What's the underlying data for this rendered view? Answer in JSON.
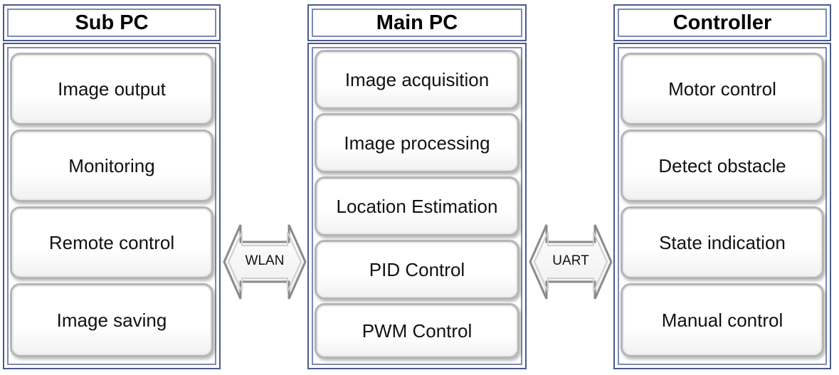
{
  "columns": {
    "sub_pc": {
      "title": "Sub PC",
      "items": [
        "Image output",
        "Monitoring",
        "Remote control",
        "Image saving"
      ]
    },
    "main_pc": {
      "title": "Main PC",
      "items": [
        "Image acquisition",
        "Image processing",
        "Location Estimation",
        "PID Control",
        "PWM Control"
      ]
    },
    "controller": {
      "title": "Controller",
      "items": [
        "Motor control",
        "Detect obstacle",
        "State indication",
        "Manual control"
      ]
    }
  },
  "links": {
    "sub_main": "WLAN",
    "main_controller": "UART"
  }
}
